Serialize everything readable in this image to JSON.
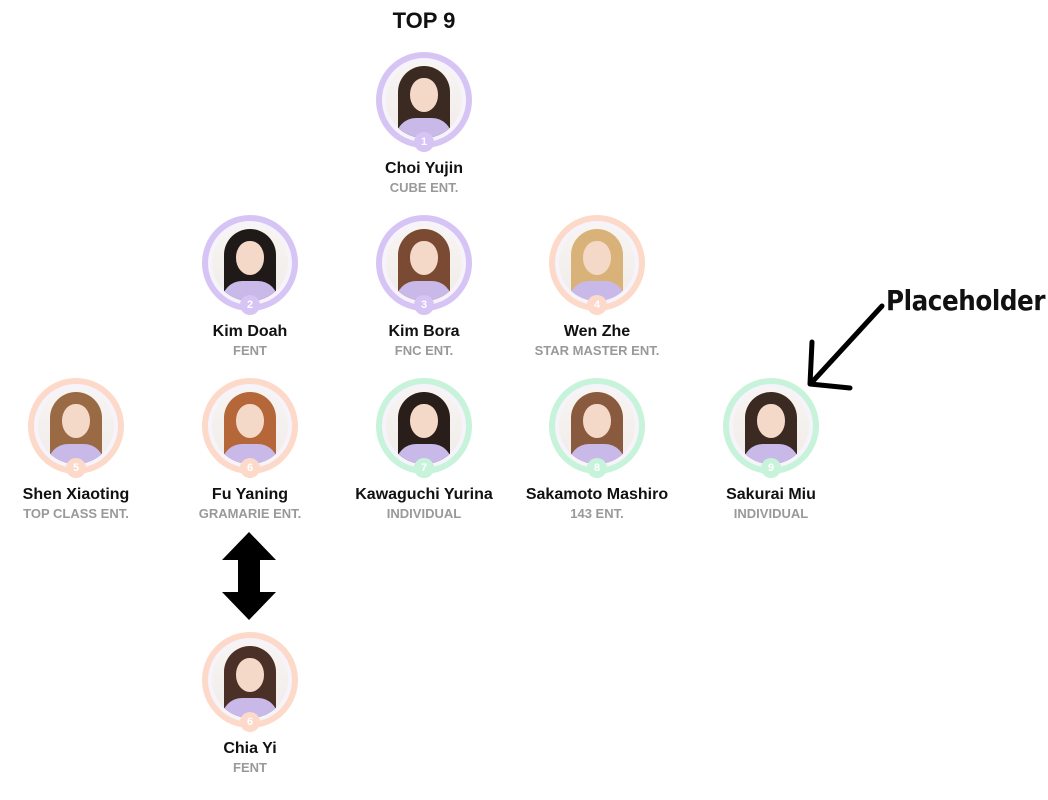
{
  "title": "TOP 9",
  "annotation": {
    "placeholder_label": "Placeholder"
  },
  "colors": {
    "purple": "#d6c4f5",
    "peach": "#fcd9c8",
    "green": "#c7f3da"
  },
  "trainees": [
    {
      "rank": "1",
      "name": "Choi Yujin",
      "company": "CUBE ENT.",
      "ring": "purple"
    },
    {
      "rank": "2",
      "name": "Kim Doah",
      "company": "FENT",
      "ring": "purple"
    },
    {
      "rank": "3",
      "name": "Kim Bora",
      "company": "FNC ENT.",
      "ring": "purple"
    },
    {
      "rank": "4",
      "name": "Wen Zhe",
      "company": "STAR MASTER ENT.",
      "ring": "peach"
    },
    {
      "rank": "5",
      "name": "Shen Xiaoting",
      "company": "TOP CLASS ENT.",
      "ring": "peach"
    },
    {
      "rank": "6",
      "name": "Fu Yaning",
      "company": "GRAMARIE ENT.",
      "ring": "peach"
    },
    {
      "rank": "7",
      "name": "Kawaguchi Yurina",
      "company": "INDIVIDUAL",
      "ring": "green"
    },
    {
      "rank": "8",
      "name": "Sakamoto Mashiro",
      "company": "143 ENT.",
      "ring": "green"
    },
    {
      "rank": "9",
      "name": "Sakurai Miu",
      "company": "INDIVIDUAL",
      "ring": "green"
    },
    {
      "rank": "6",
      "name": "Chia Yi",
      "company": "FENT",
      "ring": "peach"
    }
  ]
}
